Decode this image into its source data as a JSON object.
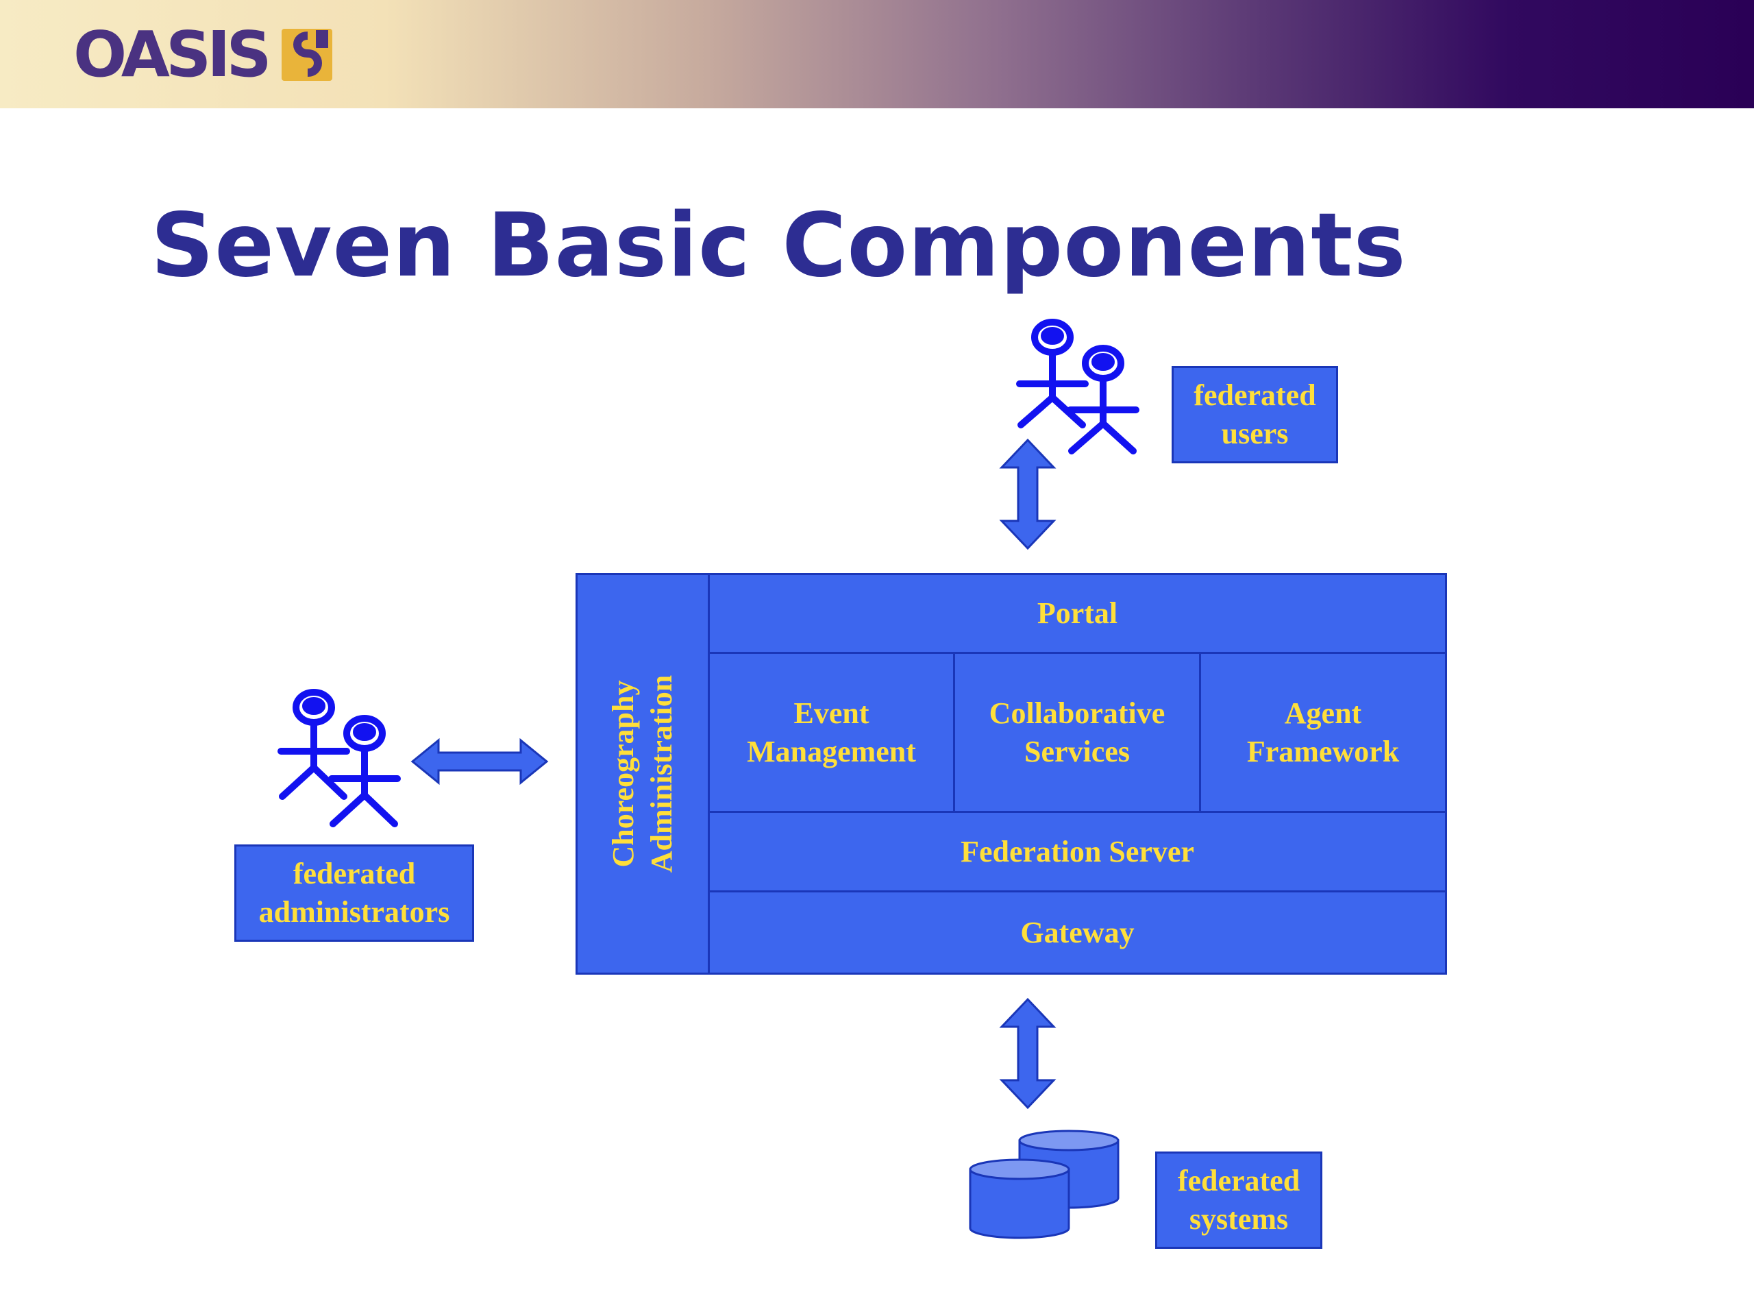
{
  "header": {
    "logo_text": "OASIS",
    "logo_mark_icon": "oasis-logo-mark-icon"
  },
  "slide": {
    "title": "Seven Basic Components"
  },
  "actors": {
    "users": {
      "line1": "federated",
      "line2": "users",
      "icon": "people-icon"
    },
    "administrators": {
      "line1": "federated",
      "line2": "administrators",
      "icon": "people-icon"
    },
    "systems": {
      "line1": "federated",
      "line2": "systems",
      "icon": "database-icon"
    }
  },
  "components": {
    "choreography": {
      "line1": "Choreography",
      "line2": "Administration"
    },
    "portal": "Portal",
    "event_management": {
      "line1": "Event",
      "line2": "Management"
    },
    "collaborative_services": {
      "line1": "Collaborative",
      "line2": "Services"
    },
    "agent_framework": {
      "line1": "Agent",
      "line2": "Framework"
    },
    "federation_server": "Federation Server",
    "gateway": "Gateway"
  },
  "colors": {
    "box_fill": "#3d66ee",
    "box_border": "#1a36b8",
    "label_text": "#ffdf3a",
    "title_text": "#2d2d92",
    "figure": "#1212f0"
  }
}
